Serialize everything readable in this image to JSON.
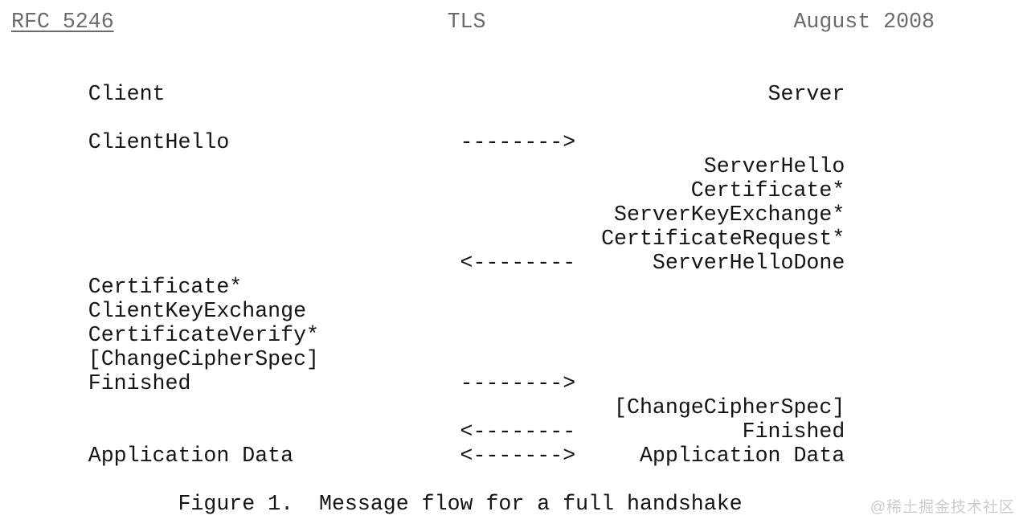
{
  "colors": {
    "background": "#ffffff",
    "header_text": "#6b6b6b",
    "body_text": "#141414",
    "watermark_text": "#cccccc"
  },
  "header": {
    "left": "RFC 5246",
    "center": "TLS",
    "right": "August 2008"
  },
  "figure": {
    "rows": [
      {
        "l": "",
        "a": "",
        "r": ""
      },
      {
        "l": "",
        "a": "",
        "r": ""
      },
      {
        "l": "Client",
        "a": "",
        "r": "Server"
      },
      {
        "l": "",
        "a": "",
        "r": ""
      },
      {
        "l": "ClientHello",
        "a": "-------->",
        "r": ""
      },
      {
        "l": "",
        "a": "",
        "r": "ServerHello"
      },
      {
        "l": "",
        "a": "",
        "r": "Certificate*"
      },
      {
        "l": "",
        "a": "",
        "r": "ServerKeyExchange*"
      },
      {
        "l": "",
        "a": "",
        "r": "CertificateRequest*"
      },
      {
        "l": "",
        "a": "<--------",
        "r": "ServerHelloDone"
      },
      {
        "l": "Certificate*",
        "a": "",
        "r": ""
      },
      {
        "l": "ClientKeyExchange",
        "a": "",
        "r": ""
      },
      {
        "l": "CertificateVerify*",
        "a": "",
        "r": ""
      },
      {
        "l": "[ChangeCipherSpec]",
        "a": "",
        "r": ""
      },
      {
        "l": "Finished",
        "a": "-------->",
        "r": ""
      },
      {
        "l": "",
        "a": "",
        "r": "[ChangeCipherSpec]"
      },
      {
        "l": "",
        "a": "<--------",
        "r": "Finished"
      },
      {
        "l": "Application Data",
        "a": "<------->",
        "r": "Application Data"
      },
      {
        "l": "",
        "a": "",
        "r": ""
      }
    ],
    "caption": "Figure 1.  Message flow for a full handshake"
  },
  "watermark": "@稀土掘金技术社区"
}
